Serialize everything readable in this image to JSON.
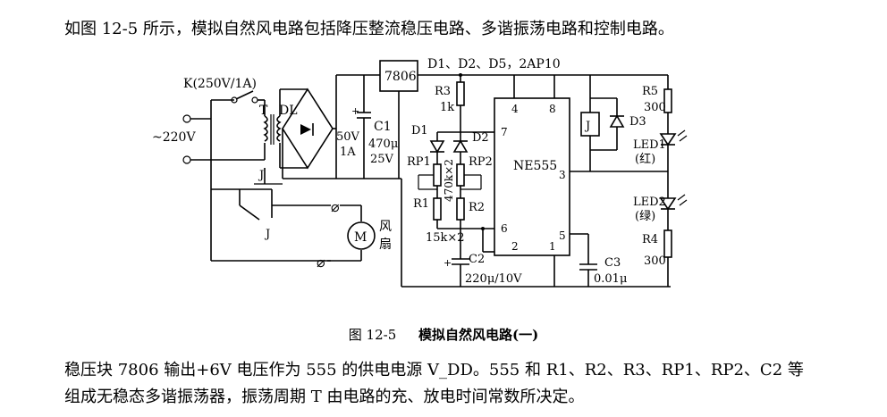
{
  "intro_text": "如图 12-5 所示，模拟自然风电路包括降压整流稳压电路、多谐振荡电路和控制电路。",
  "figure": {
    "number": "图 12-5",
    "title": "模拟自然风电路(一)",
    "labels": {
      "switch": "K(250V/1A)",
      "ac_input": "~220V",
      "transformer": "T",
      "bridge": "DL",
      "regulator": "7806",
      "diode_list": "D1、D2、D5，2AP10",
      "c1_name": "C1",
      "c1_value": "470μ",
      "c1_voltage": "25V",
      "transformer_out_v": "50V",
      "transformer_out_a": "1A",
      "r3_name": "R3",
      "r3_value": "1k",
      "d1": "D1",
      "d2": "D2",
      "rp1": "RP1",
      "rp2": "RP2",
      "rp_value": "470k×2",
      "r1": "R1",
      "r2": "R2",
      "r_value": "15k×2",
      "c2_name": "C2",
      "c2_value": "220μ/10V",
      "ic": "NE555",
      "pin4": "4",
      "pin8": "8",
      "pin7": "7",
      "pin6": "6",
      "pin3": "3",
      "pin2": "2",
      "pin1": "1",
      "pin5": "5",
      "c3_name": "C3",
      "c3_value": "0.01μ",
      "relay": "J",
      "relay_contact": "J",
      "d3": "D3",
      "r5_name": "R5",
      "r5_value": "300",
      "led1": "LED1",
      "led1_color": "(红)",
      "led2": "LED2",
      "led2_color": "(绿)",
      "r4_name": "R4",
      "r4_value": "300",
      "motor": "M",
      "fan_1": "风",
      "fan_2": "扇"
    }
  },
  "body_line1": "稳压块 7806 输出+6V 电压作为 555 的供电电源 V_DD。555 和 R1、R2、R3、RP1、RP2、C2 等",
  "body_line2": "组成无稳态多谐振荡器，振荡周期 T 由电路的充、放电时间常数所决定。"
}
